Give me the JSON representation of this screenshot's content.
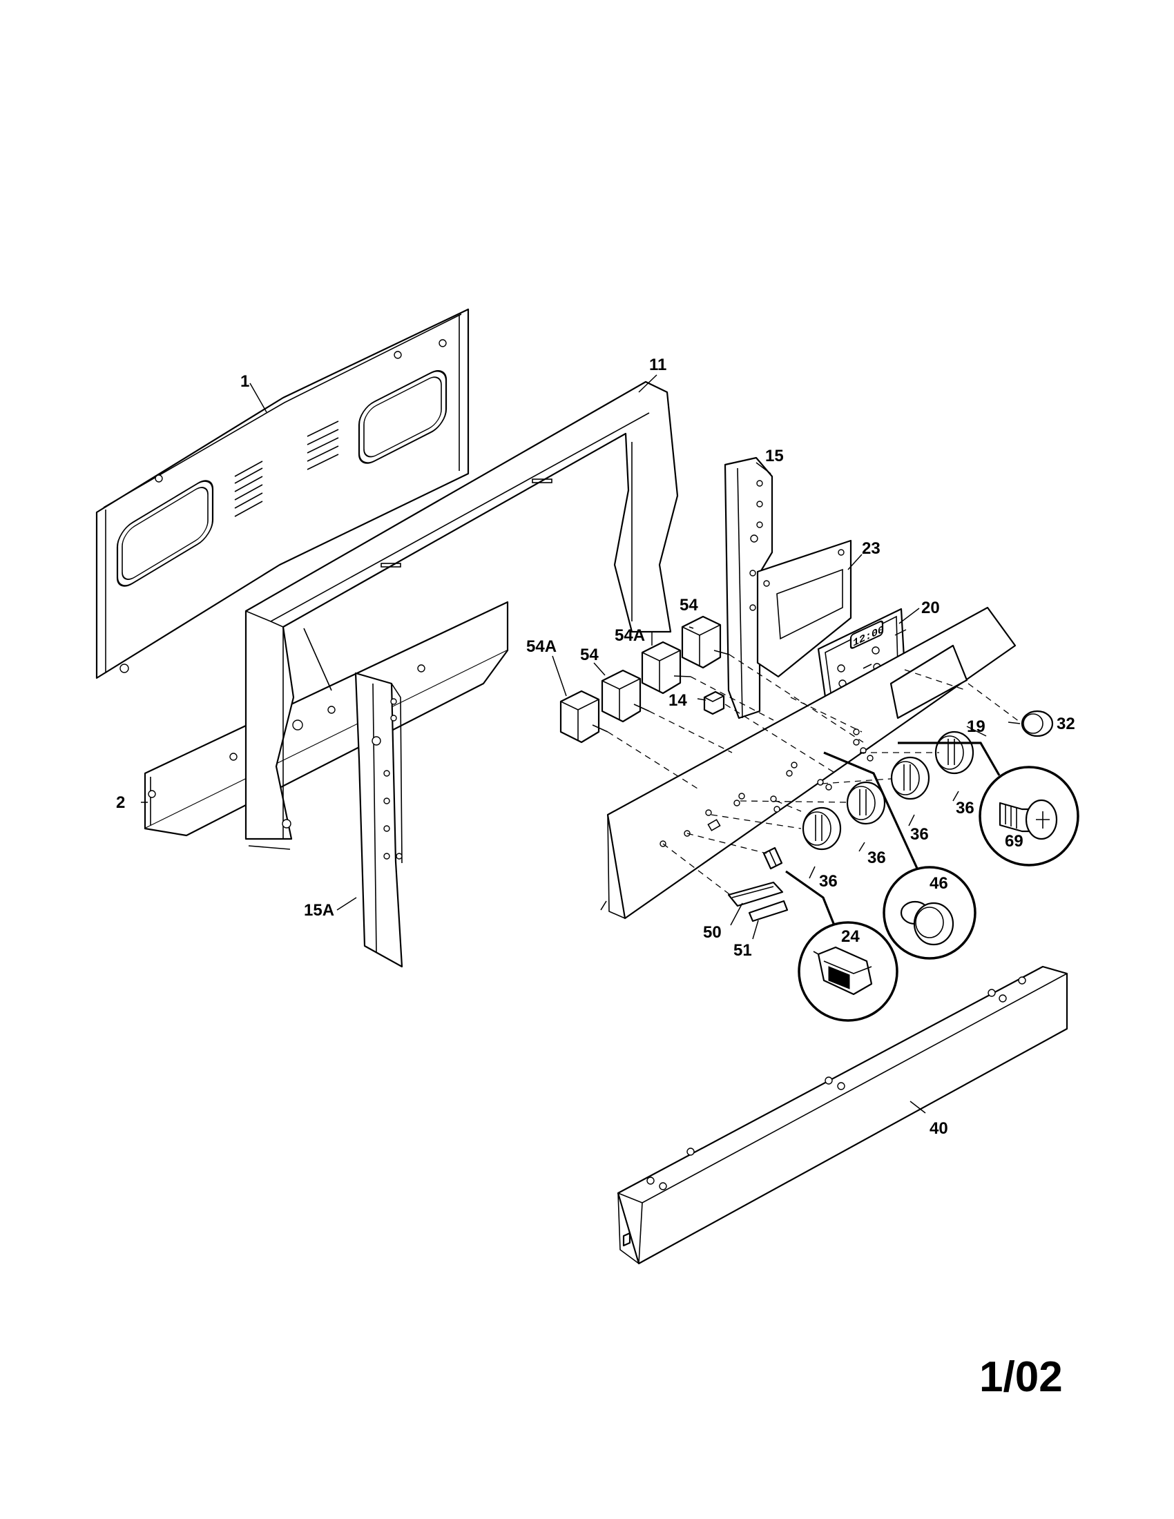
{
  "diagram": {
    "labels": {
      "p1": "1",
      "p2": "2",
      "p11": "11",
      "p14": "14",
      "p15": "15",
      "p15a": "15A",
      "p19": "19",
      "p20": "20",
      "p23": "23",
      "p24": "24",
      "p32": "32",
      "p36a": "36",
      "p36b": "36",
      "p36c": "36",
      "p36d": "36",
      "p40": "40",
      "p46": "46",
      "p50": "50",
      "p51": "51",
      "p54a": "54",
      "p54b": "54",
      "p54a1": "54A",
      "p54a2": "54A",
      "p69": "69"
    },
    "clock_display": "12:00",
    "page_code": "1/02"
  }
}
